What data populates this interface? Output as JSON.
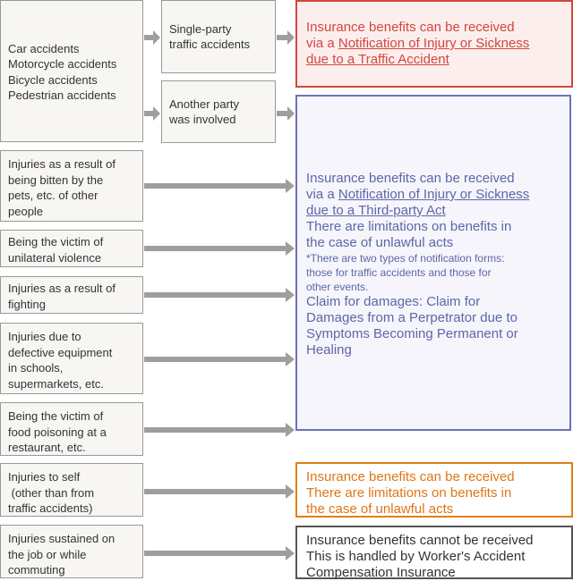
{
  "accident_group": {
    "lines": [
      "Car accidents",
      "Motorcycle accidents",
      "Bicycle accidents",
      "Pedestrian accidents"
    ],
    "single_party": [
      "Single-party",
      "traffic accidents"
    ],
    "another_party": [
      "Another party",
      "was involved"
    ]
  },
  "causes": [
    [
      "Injuries as a result of",
      "being bitten by the",
      "pets, etc. of other",
      "people"
    ],
    [
      "Being the victim of",
      "unilateral violence"
    ],
    [
      "Injuries as a result of",
      "fighting"
    ],
    [
      "Injuries due to",
      "defective equipment",
      "in schools,",
      "supermarkets, etc."
    ],
    [
      "Being the victim of",
      "food poisoning at a",
      "restaurant, etc."
    ],
    [
      "Injuries to self",
      " (other than from",
      "traffic accidents)"
    ],
    [
      "Injuries sustained on",
      "the job or while",
      "commuting"
    ]
  ],
  "results": {
    "red": {
      "line1": "Insurance benefits can be received",
      "line2_prefix": "via a ",
      "line2_link": "Notification of Injury or Sickness",
      "line3_link": "due to a Traffic Accident"
    },
    "blue": {
      "line1": "Insurance benefits can be received",
      "line2_prefix": "via a ",
      "line2_link": "Notification of Injury or Sickness",
      "line3_link": "due to a Third-party Act",
      "line4": "There are limitations on benefits in",
      "line5": "the case of unlawful acts",
      "note": [
        "*There are two types of notification forms:",
        "those for traffic accidents and those for",
        "other events."
      ],
      "claim": [
        "Claim for damages: Claim for",
        "Damages from a Perpetrator due to",
        "Symptoms Becoming Permanent or",
        "Healing"
      ]
    },
    "orange": [
      "Insurance benefits can be received",
      "There are limitations on benefits in",
      "the case of unlawful acts"
    ],
    "dark": [
      "Insurance benefits cannot be received",
      "This is handled by Worker's Accident",
      "Compensation Insurance"
    ]
  },
  "colors": {
    "red": "#d2463c",
    "blue": "#6b73b3",
    "orange": "#e27e1a",
    "dark": "#555555",
    "arrow": "#a09e9b"
  }
}
